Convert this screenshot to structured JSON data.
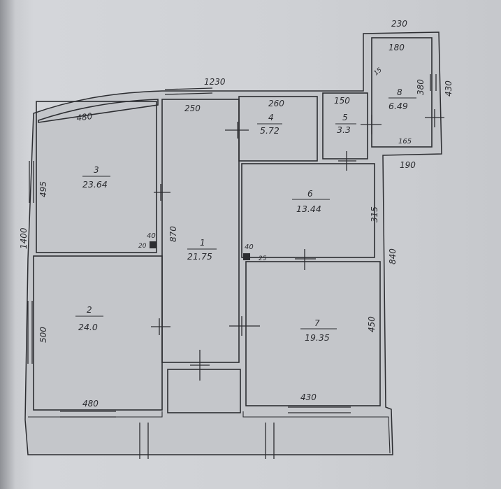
{
  "overall": {
    "top_width": "1230",
    "right_height": "840",
    "left_height": "1400",
    "annex_width": "230",
    "annex_side": "430"
  },
  "rooms": [
    {
      "id": "1",
      "area": "21.75",
      "dims": [
        "250",
        "870"
      ]
    },
    {
      "id": "2",
      "area": "24.0",
      "dims": [
        "500",
        "480"
      ]
    },
    {
      "id": "3",
      "area": "23.64",
      "dims": [
        "480",
        "495"
      ]
    },
    {
      "id": "4",
      "area": "5.72",
      "dims": [
        "260"
      ]
    },
    {
      "id": "5",
      "area": "3.3",
      "dims": [
        "150"
      ]
    },
    {
      "id": "6",
      "area": "13.44",
      "dims": [
        "315"
      ]
    },
    {
      "id": "7",
      "area": "19.35",
      "dims": [
        "430",
        "450"
      ]
    },
    {
      "id": "8",
      "area": "6.49",
      "dims": [
        "180",
        "380",
        "165",
        "190",
        "15"
      ]
    }
  ],
  "columns": [
    {
      "label": "40",
      "note": "20"
    },
    {
      "label": "40",
      "note": "25"
    }
  ]
}
